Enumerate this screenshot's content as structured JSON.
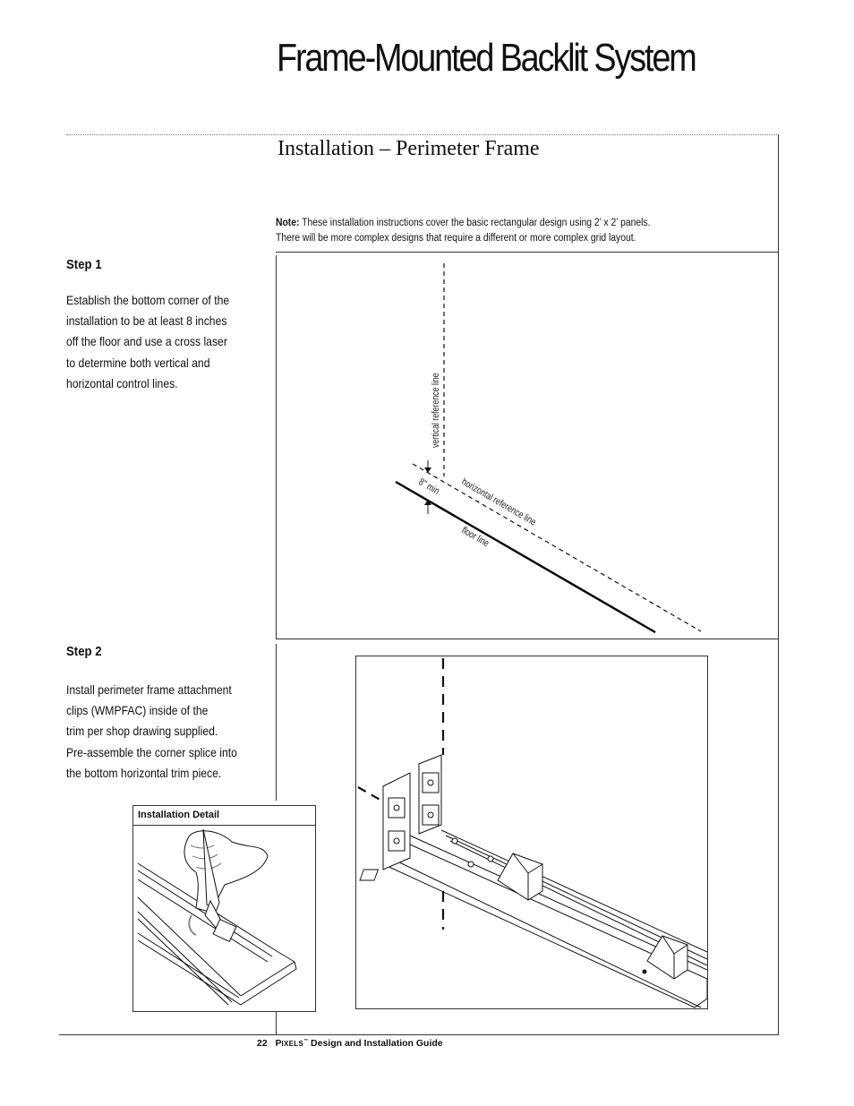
{
  "header": {
    "title": "Frame-Mounted Backlit System"
  },
  "section": {
    "title": "Installation – Perimeter Frame"
  },
  "note": {
    "label": "Note:",
    "line1": "These installation instructions cover the basic rectangular design using 2’ x 2’ panels.",
    "line2": "There will be more complex designs that require a different or more complex grid layout."
  },
  "step1": {
    "title": "Step 1",
    "lines": [
      "Establish the bottom corner of the",
      "installation to be at least 8 inches",
      "off the floor and use a cross laser",
      "to determine both vertical and",
      "horizontal control  lines."
    ],
    "diagram": {
      "vertical_label": "vertical reference line",
      "min_label": "8\" min",
      "horizontal_label": "horizontal reference line",
      "floor_label": "floor line"
    }
  },
  "step2": {
    "title": "Step 2",
    "lines": [
      "Install perimeter frame attachment",
      "clips (WMPFAC) inside of the",
      "trim per shop drawing supplied.",
      "Pre-assemble the corner splice into",
      "the bottom horizontal trim piece."
    ],
    "detail_title": "Installation Detail"
  },
  "footer": {
    "page_number": "22",
    "brand_first": "P",
    "brand_rest": "IXELS",
    "trademark": "™",
    "guide": "Design and Installation Guide"
  }
}
